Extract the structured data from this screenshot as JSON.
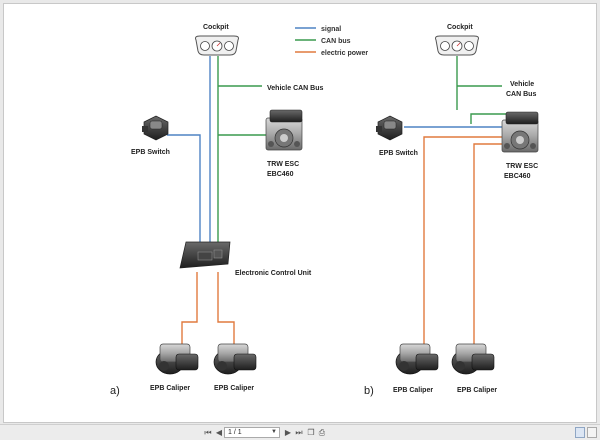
{
  "legend": {
    "signal": "signal",
    "can_bus": "CAN bus",
    "electric_power": "electric power"
  },
  "colors": {
    "signal": "#4f84c4",
    "can_bus": "#3a9a4e",
    "electric_power": "#e07a3e"
  },
  "diagram_a": {
    "panel_label": "a)",
    "cockpit": "Cockpit",
    "vehicle_can_bus": "Vehicle CAN Bus",
    "epb_switch": "EPB Switch",
    "esc_line1": "TRW ESC",
    "esc_line2": "EBC460",
    "ecu": "Electronic Control Unit",
    "caliper_left": "EPB Caliper",
    "caliper_right": "EPB Caliper"
  },
  "diagram_b": {
    "panel_label": "b)",
    "cockpit": "Cockpit",
    "vehicle_line1": "Vehicle",
    "vehicle_line2": "CAN Bus",
    "epb_switch": "EPB Switch",
    "esc_line1": "TRW ESC",
    "esc_line2": "EBC460",
    "caliper_left": "EPB Caliper",
    "caliper_right": "EPB Caliper"
  },
  "toolbar": {
    "page_indicator": "1 / 1"
  }
}
